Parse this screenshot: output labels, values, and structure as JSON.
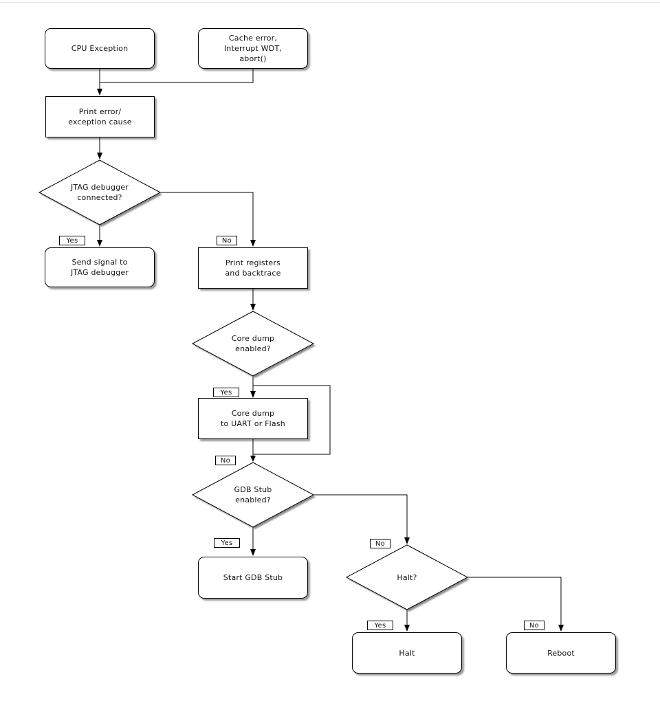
{
  "nodes": {
    "cpu_exception": {
      "lines": [
        "CPU Exception"
      ]
    },
    "cache_error": {
      "lines": [
        "Cache error,",
        "Interrupt WDT,",
        "abort()"
      ]
    },
    "print_error": {
      "lines": [
        "Print error/",
        "exception cause"
      ]
    },
    "jtag_connected": {
      "lines": [
        "JTAG debugger",
        "connected?"
      ]
    },
    "send_signal": {
      "lines": [
        "Send signal to",
        "JTAG debugger"
      ]
    },
    "print_registers": {
      "lines": [
        "Print registers",
        "and backtrace"
      ]
    },
    "core_dump_enabled": {
      "lines": [
        "Core dump",
        "enabled?"
      ]
    },
    "core_dump_uart": {
      "lines": [
        "Core dump",
        "to UART or Flash"
      ]
    },
    "gdb_stub_enabled": {
      "lines": [
        "GDB Stub",
        "enabled?"
      ]
    },
    "start_gdb_stub": {
      "lines": [
        "Start GDB Stub"
      ]
    },
    "halt_question": {
      "lines": [
        "Halt?"
      ]
    },
    "halt": {
      "lines": [
        "Halt"
      ]
    },
    "reboot": {
      "lines": [
        "Reboot"
      ]
    }
  },
  "edge_labels": {
    "jtag_yes": "Yes",
    "jtag_no": "No",
    "core_dump_yes": "Yes",
    "core_dump_no": "No",
    "gdb_yes": "Yes",
    "gdb_no": "No",
    "halt_yes": "Yes",
    "halt_no": "No"
  },
  "colors": {
    "node_fill": "#ffffff",
    "node_border": "#000000",
    "connector": "#000000",
    "shadow": "#999999",
    "text": "#111111",
    "background": "#ffffff"
  }
}
